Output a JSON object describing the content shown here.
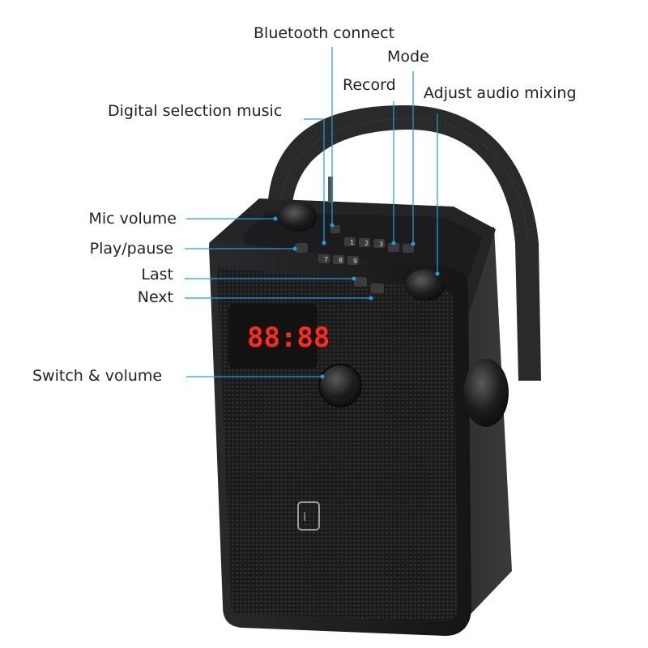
{
  "callouts": {
    "bluetooth_connect": "Bluetooth connect",
    "mode": "Mode",
    "record": "Record",
    "adjust_audio_mixing": "Adjust audio mixing",
    "digital_selection_music": "Digital selection music",
    "mic_volume": "Mic volume",
    "play_pause": "Play/pause",
    "last": "Last",
    "next": "Next",
    "switch_volume": "Switch & volume"
  },
  "product": {
    "display_digits": "88:88",
    "keypad_top_row": [
      "1",
      "2",
      "3"
    ],
    "keypad_bottom_row": [
      "7",
      "8",
      "9"
    ]
  },
  "colors": {
    "callout_line": "#1fa0dc",
    "body": "#1d1d1f",
    "display": "#ff2a1a"
  }
}
